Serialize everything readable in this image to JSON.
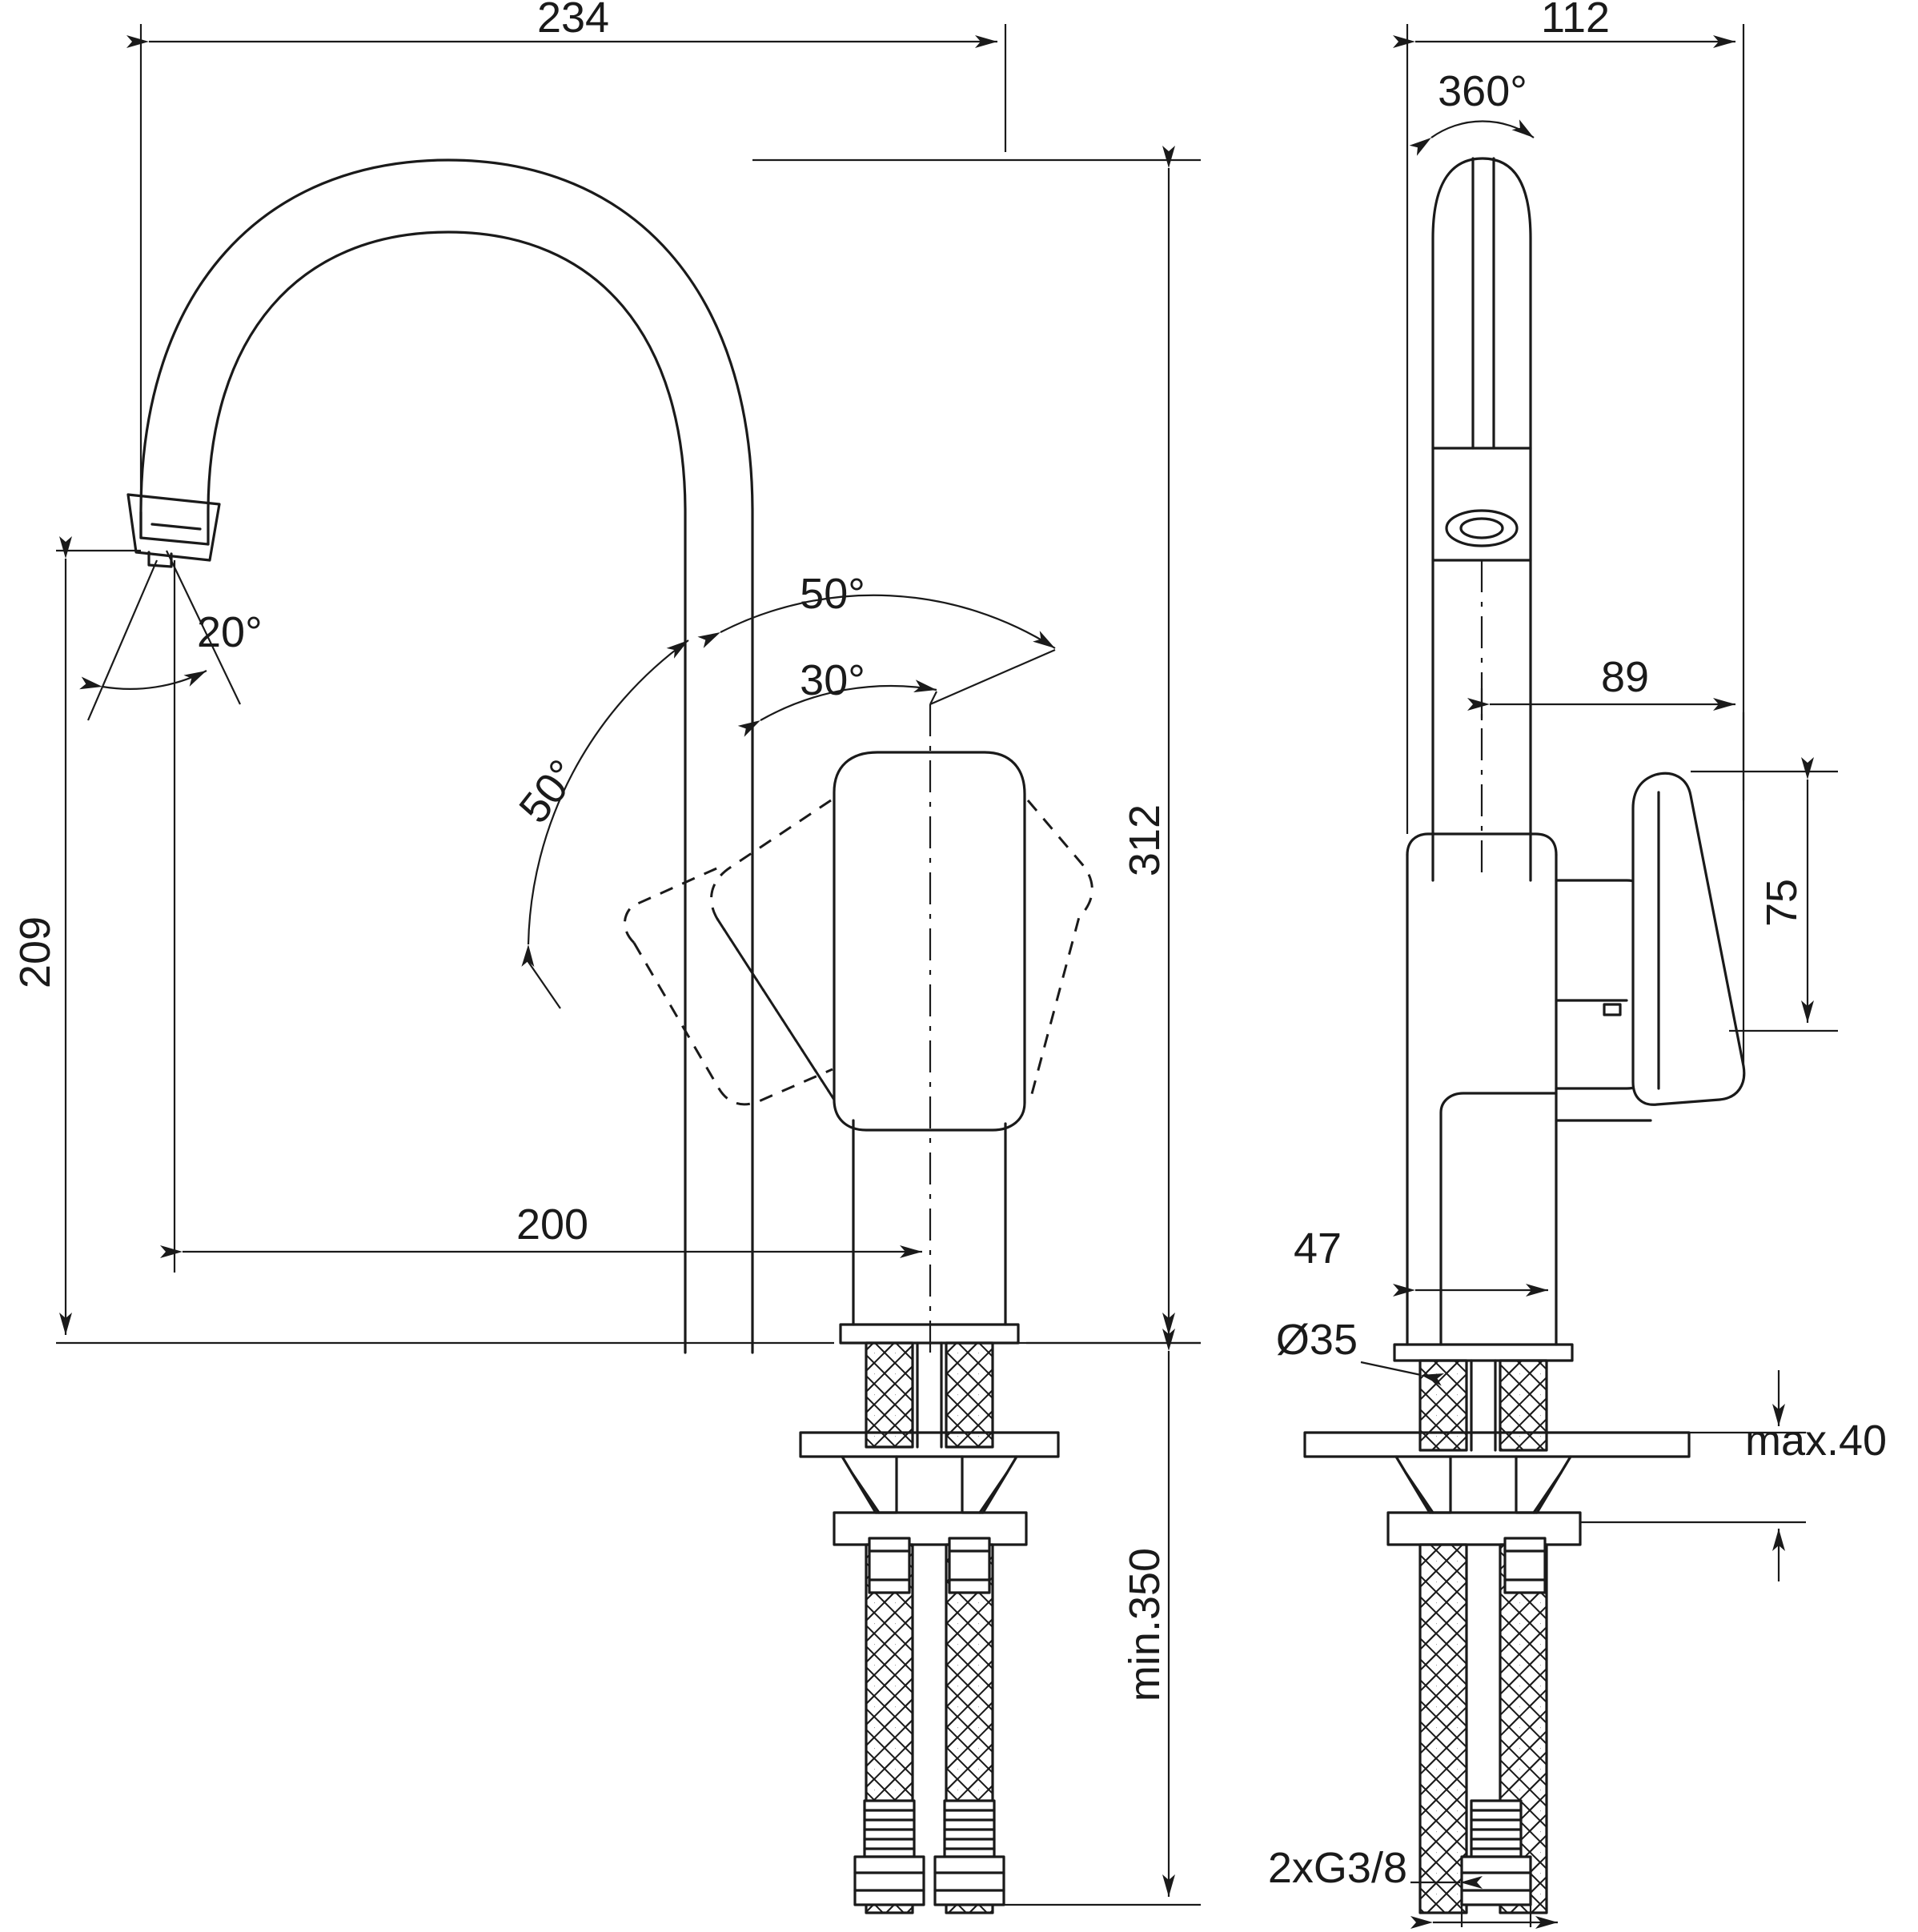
{
  "drawing": {
    "title": "Kitchen mixer tap technical dimension drawing",
    "views": [
      {
        "name": "side-elevation",
        "label": ""
      },
      {
        "name": "front-elevation",
        "label": ""
      }
    ],
    "line_color": "#1a1a1a",
    "background_color": "#ffffff"
  },
  "dimensions": {
    "left_view": {
      "overall_width": "234",
      "overall_height": "312",
      "spout_height": "209",
      "spout_reach": "200",
      "hose_length": "min.350",
      "spout_tilt_angle": "20°",
      "handle_swivel_left": "50°",
      "handle_swivel_center": "30°",
      "handle_swivel_right": "50°"
    },
    "right_view": {
      "overall_width": "112",
      "swivel_range": "360°",
      "handle_reach": "89",
      "handle_height": "75",
      "body_width": "47",
      "hole_diameter": "Ø35",
      "max_deck_thickness": "max.40",
      "connection_thread": "2xG3/8"
    }
  },
  "labels": [
    {
      "name": "dim-234",
      "text": "234"
    },
    {
      "name": "dim-112",
      "text": "112"
    },
    {
      "name": "dim-360deg",
      "text": "360°"
    },
    {
      "name": "dim-20deg",
      "text": "20°"
    },
    {
      "name": "dim-50deg-upper",
      "text": "50°"
    },
    {
      "name": "dim-30deg",
      "text": "30°"
    },
    {
      "name": "dim-50deg-rotated",
      "text": "50°"
    },
    {
      "name": "dim-89",
      "text": "89"
    },
    {
      "name": "dim-312",
      "text": "312"
    },
    {
      "name": "dim-75",
      "text": "75"
    },
    {
      "name": "dim-209",
      "text": "209"
    },
    {
      "name": "dim-200",
      "text": "200"
    },
    {
      "name": "dim-47",
      "text": "47"
    },
    {
      "name": "dim-diameter-35",
      "text": "Ø35"
    },
    {
      "name": "dim-max-40",
      "text": "max.40"
    },
    {
      "name": "dim-min-350",
      "text": "min.350"
    },
    {
      "name": "dim-thread-2xg38",
      "text": "2xG3/8"
    }
  ]
}
